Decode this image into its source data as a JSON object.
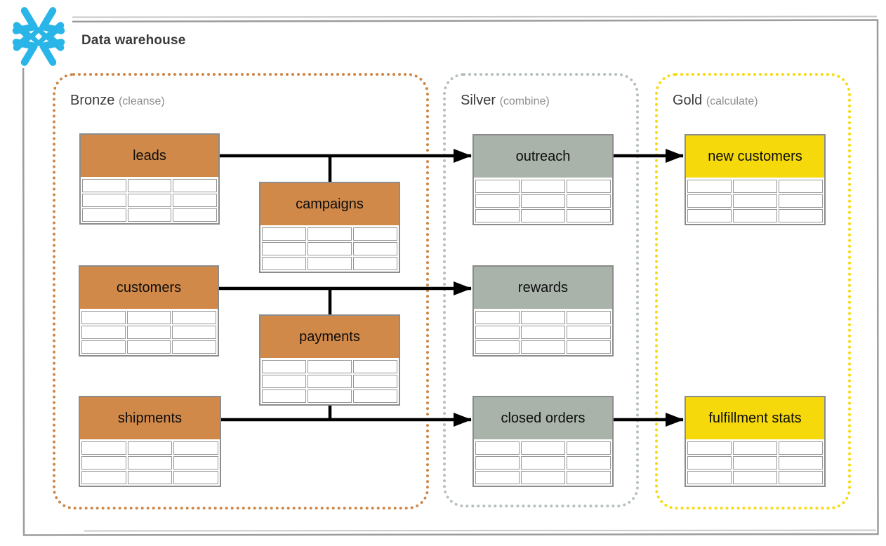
{
  "header": {
    "title": "Data warehouse"
  },
  "brand": {
    "logo_icon": "snowflake-icon",
    "logo_color": "#29B5E8"
  },
  "zones": [
    {
      "id": "bronze",
      "label": "Bronze",
      "sublabel": "(cleanse)",
      "border_color": "#CE8747"
    },
    {
      "id": "silver",
      "label": "Silver",
      "sublabel": "(combine)",
      "border_color": "#B6C0BA"
    },
    {
      "id": "gold",
      "label": "Gold",
      "sublabel": "(calculate)",
      "border_color": "#F6DB10"
    }
  ],
  "tables": [
    {
      "id": "leads",
      "zone": "bronze",
      "label": "leads",
      "header_color": "#D1894A",
      "rows": 3,
      "cols": 3
    },
    {
      "id": "campaigns",
      "zone": "bronze",
      "label": "campaigns",
      "header_color": "#D1894A",
      "rows": 3,
      "cols": 3
    },
    {
      "id": "customers",
      "zone": "bronze",
      "label": "customers",
      "header_color": "#D1894A",
      "rows": 3,
      "cols": 3
    },
    {
      "id": "payments",
      "zone": "bronze",
      "label": "payments",
      "header_color": "#D1894A",
      "rows": 3,
      "cols": 3
    },
    {
      "id": "shipments",
      "zone": "bronze",
      "label": "shipments",
      "header_color": "#D1894A",
      "rows": 3,
      "cols": 3
    },
    {
      "id": "outreach",
      "zone": "silver",
      "label": "outreach",
      "header_color": "#A9B3AA",
      "rows": 3,
      "cols": 3
    },
    {
      "id": "rewards",
      "zone": "silver",
      "label": "rewards",
      "header_color": "#A9B3AA",
      "rows": 3,
      "cols": 3
    },
    {
      "id": "closed-orders",
      "zone": "silver",
      "label": "closed orders",
      "header_color": "#A9B3AA",
      "rows": 3,
      "cols": 3
    },
    {
      "id": "new-customers",
      "zone": "gold",
      "label": "new customers",
      "header_color": "#F5D90A",
      "rows": 3,
      "cols": 3
    },
    {
      "id": "fulfillment-stats",
      "zone": "gold",
      "label": "fulfillment stats",
      "header_color": "#F5D90A",
      "rows": 3,
      "cols": 3
    }
  ],
  "connections": [
    {
      "from": "leads",
      "to": "outreach"
    },
    {
      "from": "campaigns",
      "to": "outreach"
    },
    {
      "from": "customers",
      "to": "rewards"
    },
    {
      "from": "payments",
      "to": "rewards"
    },
    {
      "from": "shipments",
      "to": "closed orders"
    },
    {
      "from": "payments",
      "to": "closed orders"
    },
    {
      "from": "outreach",
      "to": "new customers"
    },
    {
      "from": "closed orders",
      "to": "fulfillment stats"
    }
  ],
  "colors": {
    "arrow": "#000000",
    "table_border": "#8C8C8C",
    "cell_background": "#FFFFFF",
    "frame": "#9C9C9C",
    "title_text": "#3A3A3A",
    "zone_sublabel_text": "#8E8E8E"
  }
}
